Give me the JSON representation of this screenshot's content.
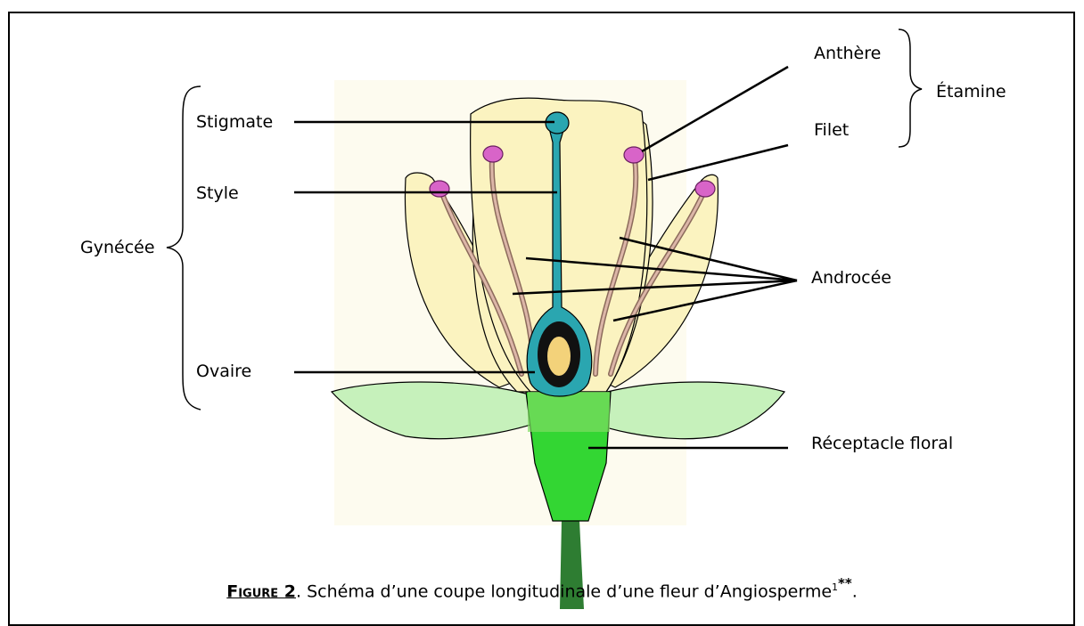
{
  "labels": {
    "antheres": "Anthère",
    "filet": "Filet",
    "etamine": "Étamine",
    "stigmate": "Stigmate",
    "style": "Style",
    "gynecee": "Gynécée",
    "androcee": "Androcée",
    "ovaire": "Ovaire",
    "receptacle": "Réceptacle floral"
  },
  "caption": {
    "figure_label": "Figure 2",
    "text": ". Schéma d’une coupe longitudinale d’une fleur d’Angiosperme",
    "footnote": "1",
    "stars": "**",
    "end": "."
  },
  "colors": {
    "petal": "#fbf3c0",
    "sepal": "#c6f1bb",
    "pistil": "#2aa6b0",
    "stamen_filament": "#c19a8a",
    "anther": "#d864c8",
    "receptacle": "#33d633",
    "stem": "#2e7d32",
    "ovule": "#f3d27a"
  }
}
